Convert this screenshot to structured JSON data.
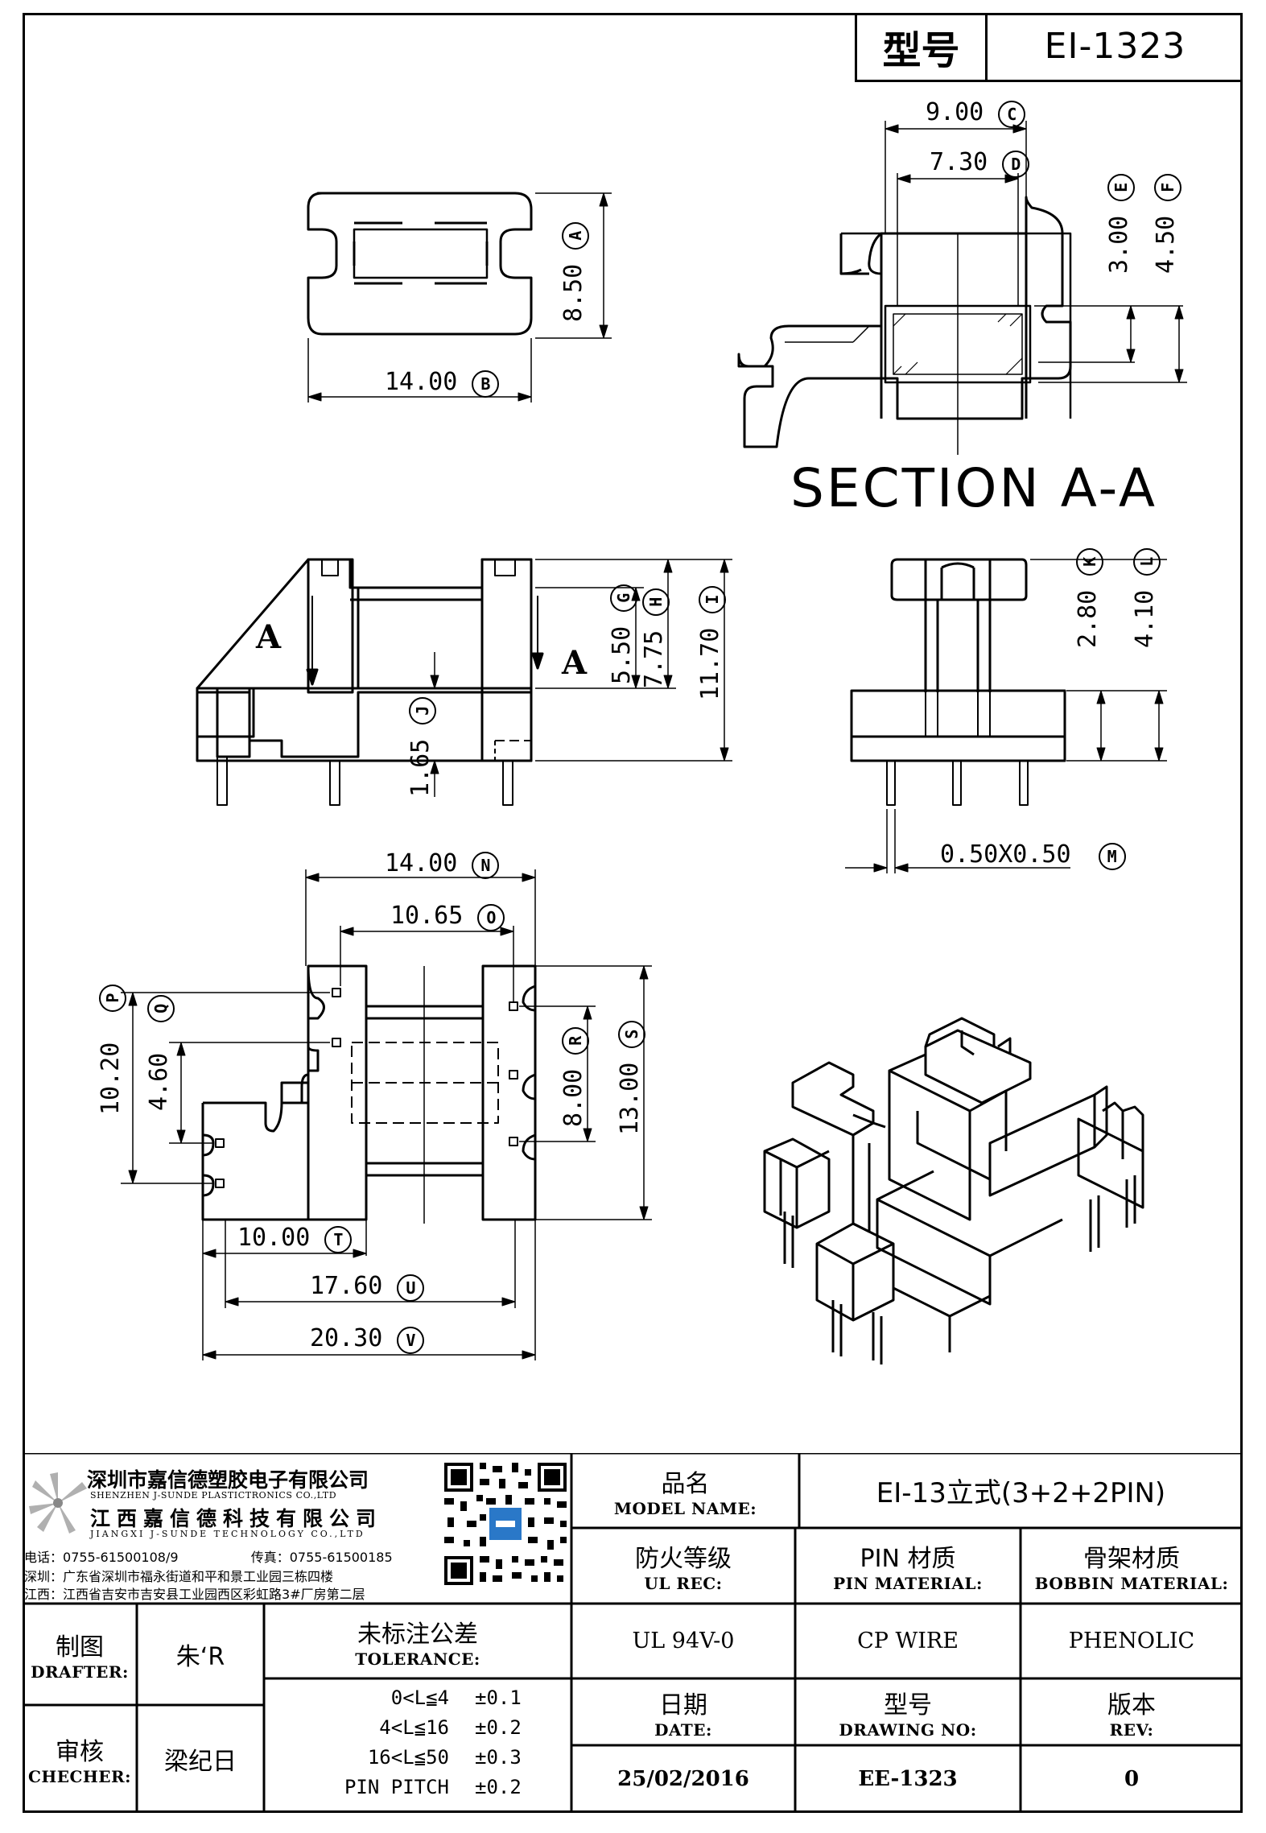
{
  "title_block": {
    "label": "型号",
    "value": "EI-1323"
  },
  "section_title": "SECTION A-A",
  "dims": {
    "A": "8.50",
    "B": "14.00",
    "C": "9.00",
    "D": "7.30",
    "E": "3.00",
    "F": "4.50",
    "G": "5.50",
    "H": "7.75",
    "I": "11.70",
    "J": "1.65",
    "K": "2.80",
    "L": "4.10",
    "M": "0.50X0.50",
    "N": "14.00",
    "O": "10.65",
    "P": "10.20",
    "Q": "4.60",
    "R": "8.00",
    "S": "13.00",
    "T": "10.00",
    "U": "17.60",
    "V": "20.30"
  },
  "marks": {
    "A": "A",
    "B": "B",
    "C": "C",
    "D": "D",
    "E": "E",
    "F": "F",
    "G": "G",
    "H": "H",
    "I": "I",
    "J": "J",
    "K": "K",
    "L": "L",
    "M": "M",
    "N": "N",
    "O": "O",
    "P": "P",
    "Q": "Q",
    "R": "R",
    "S": "S",
    "T": "T",
    "U": "U",
    "V": "V"
  },
  "section_arrows": {
    "left": "A",
    "right": "A"
  },
  "company": {
    "name_cn_1": "深圳市嘉信德塑胶电子有限公司",
    "name_en_1": "SHENZHEN J-SUNDE PLASTICTRONICS CO.,LTD",
    "name_cn_2": "江西嘉信德科技有限公司",
    "name_en_2": "JIANGXI J-SUNDE TECHNOLOGY CO.,LTD",
    "phone_label": "电话：",
    "phone": "0755-61500108/9",
    "fax_label": "传真：",
    "fax": "0755-61500185",
    "addr_sz_label": "深圳：",
    "addr_sz": "广东省深圳市福永街道和平和景工业园三栋四楼",
    "addr_jx_label": "江西：",
    "addr_jx": "江西省吉安市吉安县工业园西区彩虹路3#厂房第二层"
  },
  "table": {
    "model_name_cn": "品名",
    "model_name_en": "MODEL NAME:",
    "model_name_value": "EI-13立式(3+2+2PIN)",
    "ul_cn": "防火等级",
    "ul_en": "UL REC:",
    "ul_value": "UL 94V-0",
    "pin_cn": "PIN 材质",
    "pin_en": "PIN MATERIAL:",
    "pin_value": "CP WIRE",
    "bobbin_cn": "骨架材质",
    "bobbin_en": "BOBBIN MATERIAL:",
    "bobbin_value": "PHENOLIC",
    "drafter_cn": "制图",
    "drafter_en": "DRAFTER:",
    "drafter_value": "朱‘R",
    "checker_cn": "审核",
    "checker_en": "CHECHER:",
    "checker_value": "梁纪日",
    "tolerance_cn": "未标注公差",
    "tolerance_en": "TOLERANCE:",
    "tolerances": [
      {
        "range": "0<L≦4",
        "value": "±0.1"
      },
      {
        "range": "4<L≦16",
        "value": "±0.2"
      },
      {
        "range": "16<L≦50",
        "value": "±0.3"
      },
      {
        "range": "PIN PITCH",
        "value": "±0.2"
      }
    ],
    "date_cn": "日期",
    "date_en": "DATE:",
    "date_value": "25/02/2016",
    "drawing_cn": "型号",
    "drawing_en": "DRAWING NO:",
    "drawing_value": "EE-1323",
    "rev_cn": "版本",
    "rev_en": "REV:",
    "rev_value": "0"
  }
}
